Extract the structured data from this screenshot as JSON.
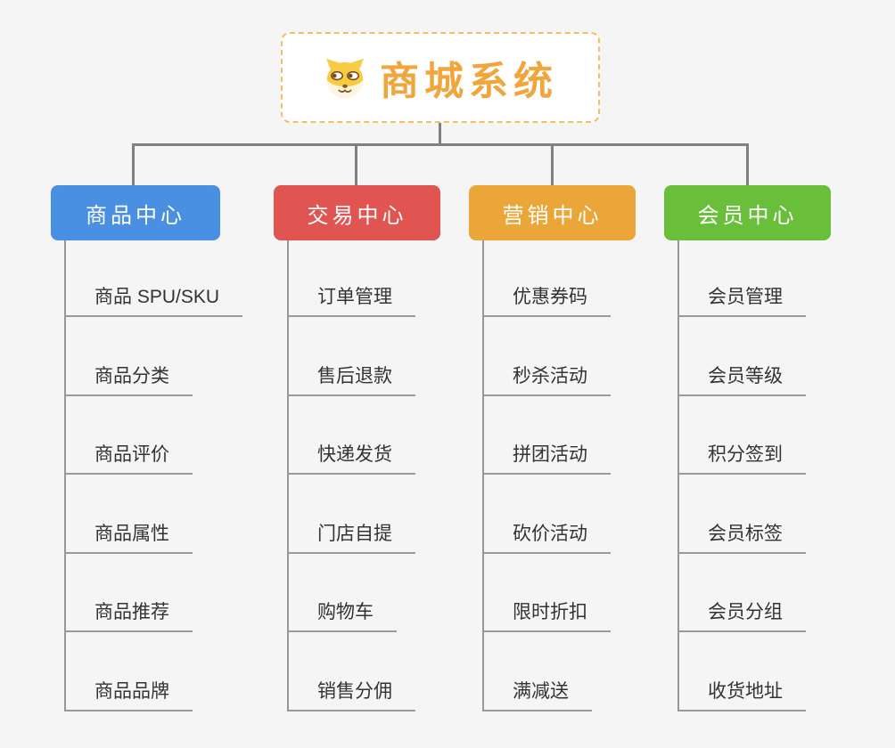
{
  "background": "#f5f5f5",
  "connector_color": "#808080",
  "root": {
    "title": "商城系统",
    "icon": "dog-face-icon",
    "text_color": "#f0a63d",
    "border_color": "#f6bd62"
  },
  "branches": [
    {
      "label": "商品中心",
      "color": "#4a90e2",
      "children": [
        "商品 SPU/SKU",
        "商品分类",
        "商品评价",
        "商品属性",
        "商品推荐",
        "商品品牌"
      ]
    },
    {
      "label": "交易中心",
      "color": "#e05551",
      "children": [
        "订单管理",
        "售后退款",
        "快递发货",
        "门店自提",
        "购物车",
        "销售分佣"
      ]
    },
    {
      "label": "营销中心",
      "color": "#eaa639",
      "children": [
        "优惠券码",
        "秒杀活动",
        "拼团活动",
        "砍价活动",
        "限时折扣",
        "满减送"
      ]
    },
    {
      "label": "会员中心",
      "color": "#6abf3a",
      "children": [
        "会员管理",
        "会员等级",
        "积分签到",
        "会员标签",
        "会员分组",
        "收货地址"
      ]
    }
  ]
}
